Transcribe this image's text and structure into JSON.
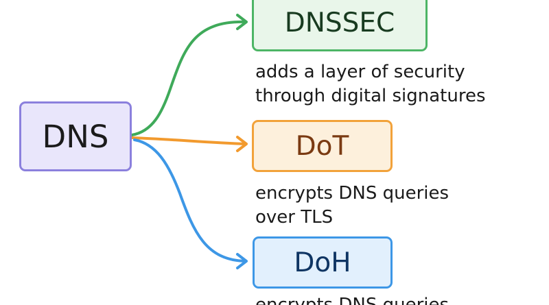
{
  "nodes": {
    "root": {
      "label": "DNS",
      "fill": "#e9e6fb",
      "border": "#8b80dd",
      "text": "#1b1b1b"
    },
    "dnssec": {
      "label": "DNSSEC",
      "fill": "#e9f6ea",
      "border": "#4db565",
      "text": "#183b20",
      "description": [
        "adds a layer of security",
        "through digital signatures"
      ]
    },
    "dot": {
      "label": "DoT",
      "fill": "#fdf0dc",
      "border": "#f2a23a",
      "text": "#7a3a12",
      "description": [
        "encrypts DNS queries",
        "over TLS"
      ]
    },
    "doh": {
      "label": "DoH",
      "fill": "#e2f0fd",
      "border": "#3d97e6",
      "text": "#0f3563",
      "description": [
        "encrypts DNS queries"
      ]
    }
  },
  "arrows": [
    {
      "from": "root",
      "to": "dnssec",
      "color": "#3faa5a"
    },
    {
      "from": "root",
      "to": "dot",
      "color": "#f29a2e"
    },
    {
      "from": "root",
      "to": "doh",
      "color": "#3d97e6"
    }
  ]
}
